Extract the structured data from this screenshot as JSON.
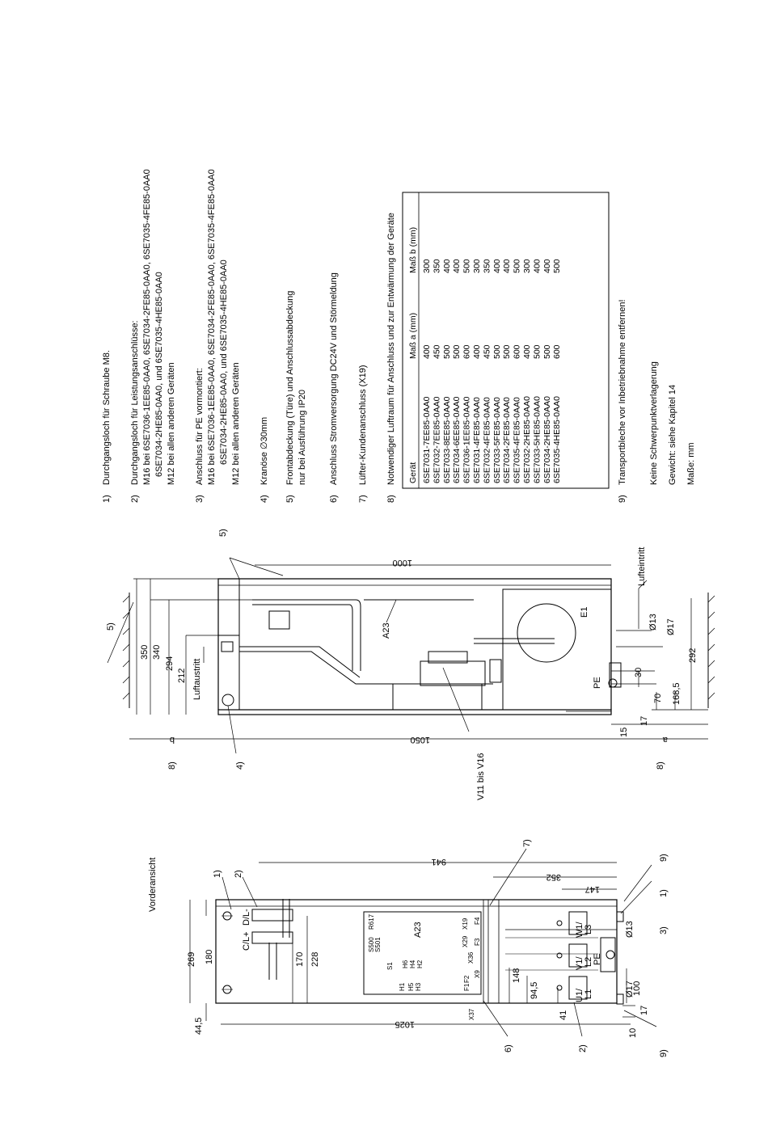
{
  "notes": {
    "n1": [
      "1)",
      "Durchgangsloch für Schraube M8."
    ],
    "n2": [
      "2)",
      "Durchgangsloch für Leistungsanschlüsse:",
      "M16 bei 6SE7036-1EE85-0AA0, 6SE7034-2FE85-0AA0, 6SE7035-4FE85-0AA0",
      "6SE7034-2HE85-0AA0, und 6SE7035-4HE85-0AA0",
      "M12 bei allen anderen Geräten"
    ],
    "n3": [
      "3)",
      "Anschluss für PE vormontiert:",
      "M16 bei 6SE7036-1EE85-0AA0, 6SE7034-2FE85-0AA0, 6SE7035-4FE85-0AA0",
      "6SE7034-2HE85-0AA0, und 6SE7035-4HE85-0AA0",
      "M12 bei allen anderen Geräten"
    ],
    "n4": [
      "4)",
      "Kranöse ∅30mm"
    ],
    "n5": [
      "5)",
      "Frontabdeckung (Türe) und Anschlussabdeckung",
      "nur bei Ausführung IP20"
    ],
    "n6": [
      "6)",
      "Anschluss Stromversorgung DC24V und Störmeldung"
    ],
    "n7": [
      "7)",
      "Lüfter-Kundenanschluss (X19)"
    ],
    "n8": [
      "8)",
      "Notwendiger Luftraum für Anschluss und zur Entwärmung der Geräte"
    ],
    "n9": [
      "9)",
      "Transportbleche vor Inbetriebnahme entfernen!"
    ],
    "extra1": "Keine Schwerpunktverlagerung",
    "extra2": "Gewicht: siehe Kapitel 14",
    "extra3": "Maße: mm"
  },
  "table": {
    "headers": [
      "Gerät",
      "Maß a (mm)",
      "Maß b (mm)"
    ],
    "rows": [
      [
        "6SE7031-7EE85-0AA0",
        "400",
        "300"
      ],
      [
        "6SE7032-7EE85-0AA0",
        "450",
        "350"
      ],
      [
        "6SE7033-8EE85-0AA0",
        "500",
        "400"
      ],
      [
        "6SE7034-6EE85-0AA0",
        "500",
        "400"
      ],
      [
        "6SE7036-1EE85-0AA0",
        "600",
        "500"
      ],
      [
        "6SE7031-4FE85-0AA0",
        "400",
        "300"
      ],
      [
        "6SE7032-4FE85-0AA0",
        "450",
        "350"
      ],
      [
        "6SE7033-5FE85-0AA0",
        "500",
        "400"
      ],
      [
        "6SE7034-2FE85-0AA0",
        "500",
        "400"
      ],
      [
        "6SE7035-4FE85-0AA0",
        "600",
        "500"
      ],
      [
        "6SE7032-2HE85-0AA0",
        "400",
        "300"
      ],
      [
        "6SE7033-5HE85-0AA0",
        "500",
        "400"
      ],
      [
        "6SE7034-2HE85-0AA0",
        "500",
        "400"
      ],
      [
        "6SE7035-4HE85-0AA0",
        "600",
        "500"
      ]
    ]
  },
  "side_view": {
    "dims": [
      "350",
      "340",
      "294",
      "212",
      "1000",
      "1050",
      "b",
      "a",
      "292",
      "168,5",
      "70",
      "30",
      "17",
      "15"
    ],
    "labels": [
      "Luftaustritt",
      "Lufteintritt",
      "A23",
      "E1",
      "PE",
      "Ø13",
      "Ø17",
      "V11 bis V16"
    ],
    "callouts": [
      "5)",
      "5)",
      "4)",
      "8)",
      "8)"
    ]
  },
  "front_view": {
    "title": "Vorderansicht",
    "dims": [
      "44,5",
      "269",
      "180",
      "1025",
      "170",
      "228",
      "941",
      "352",
      "147",
      "148",
      "94,5",
      "41",
      "100",
      "17",
      "10"
    ],
    "labels": [
      "C/L+",
      "D/L-",
      "A23",
      "PE",
      "Ø13",
      "Ø17",
      "U1/",
      "L1",
      "V1/",
      "L2",
      "W1/",
      "L3",
      "S500",
      "S501",
      "R617",
      "S1",
      "X19",
      "X29",
      "X36",
      "X9",
      "F1",
      "F2",
      "F3",
      "F4",
      "H1",
      "H2",
      "H3",
      "H4",
      "H5",
      "H6",
      "X37"
    ],
    "callouts": [
      "1)",
      "2)",
      "7)",
      "9)",
      "1)",
      "3)",
      "6)",
      "2)",
      "9)"
    ]
  }
}
